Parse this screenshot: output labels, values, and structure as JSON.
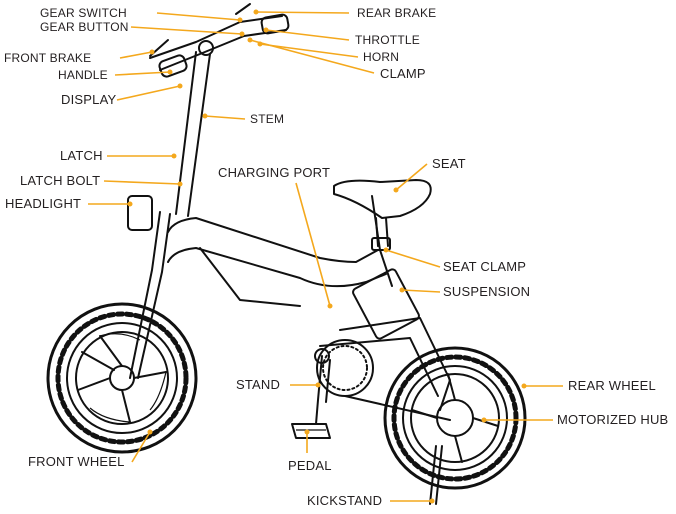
{
  "labels": {
    "gear_switch": "GEAR SWITCH",
    "gear_button": "GEAR BUTTON",
    "front_brake": "FRONT BRAKE",
    "handle": "HANDLE",
    "display": "DISPLAY",
    "latch": "LATCH",
    "latch_bolt": "LATCH BOLT",
    "headlight": "HEADLIGHT",
    "front_wheel": "FRONT WHEEL",
    "rear_brake": "REAR BRAKE",
    "throttle": "THROTTLE",
    "horn": "HORN",
    "clamp": "CLAMP",
    "stem": "STEM",
    "charging_port": "CHARGING PORT",
    "seat": "SEAT",
    "seat_clamp": "SEAT CLAMP",
    "suspension": "SUSPENSION",
    "stand": "STAND",
    "rear_wheel": "REAR WHEEL",
    "motorized_hub": "MOTORIZED HUB",
    "pedal": "PEDAL",
    "kickstand": "KICKSTAND"
  },
  "colors": {
    "leader": "#f4a81d",
    "line_art": "#111111",
    "text": "#231f20"
  }
}
